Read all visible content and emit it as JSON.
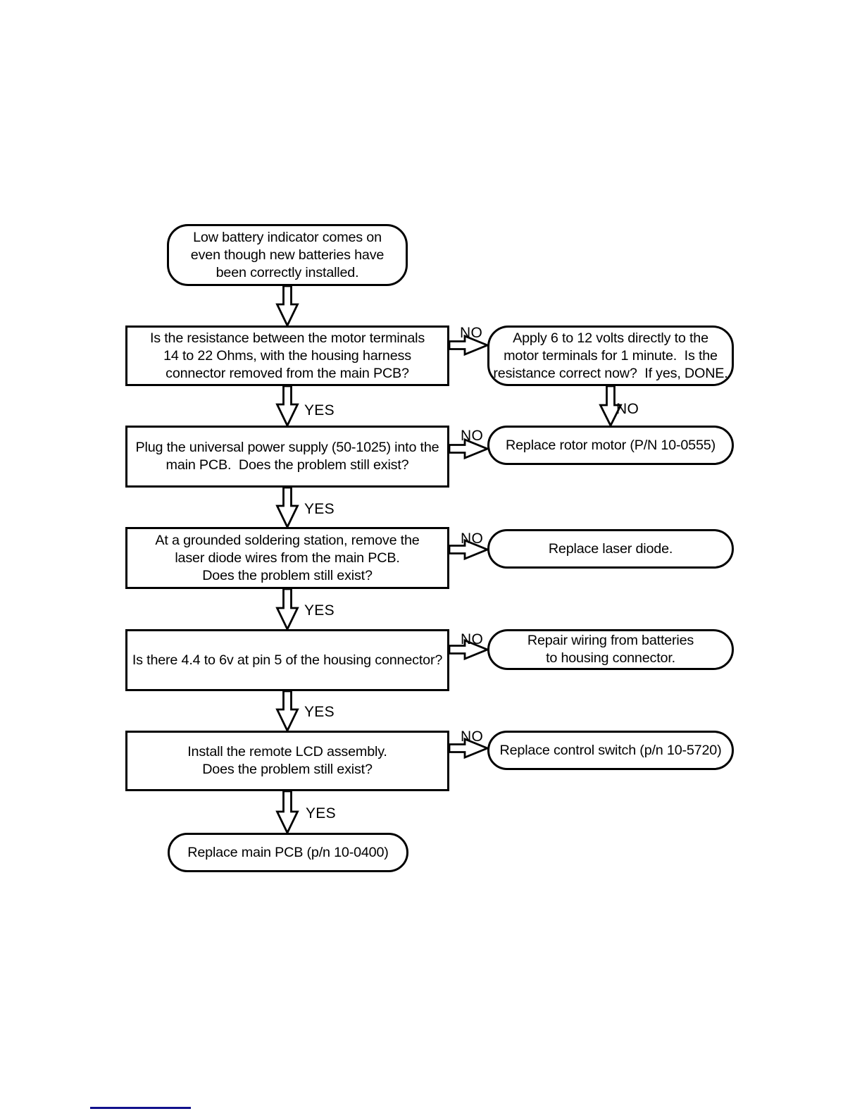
{
  "page": {
    "background": "#ffffff",
    "footer_link_color": "#10108c"
  },
  "labels": {
    "yes": "YES",
    "no": "NO"
  },
  "flow": {
    "start": {
      "type": "terminator",
      "lines": [
        "Low battery indicator comes on",
        "even though new batteries have",
        "been correctly installed."
      ]
    },
    "q1": {
      "type": "decision",
      "lines": [
        "Is the resistance between the motor terminals",
        "14 to 22 Ohms, with the housing harness",
        "connector removed from the main PCB?"
      ]
    },
    "r1": {
      "type": "process",
      "lines": [
        "Apply 6 to 12 volts directly to the",
        "motor terminals for 1 minute.  Is the",
        "resistance correct now?  If yes, DONE."
      ]
    },
    "q2": {
      "type": "decision",
      "lines": [
        "Plug the universal power supply (50-1025) into the",
        "main PCB.  Does the problem still exist?"
      ]
    },
    "r2": {
      "type": "action",
      "lines": [
        "Replace rotor motor (P/N 10-0555)"
      ]
    },
    "q3": {
      "type": "decision",
      "lines": [
        "At a grounded soldering station, remove the",
        "laser diode wires from the main PCB.",
        "Does the problem still exist?"
      ]
    },
    "r3": {
      "type": "action",
      "lines": [
        "Replace laser diode."
      ]
    },
    "q4": {
      "type": "decision",
      "lines": [
        "Is there 4.4 to 6v at pin 5 of the housing connector?"
      ]
    },
    "r4": {
      "type": "action",
      "lines": [
        "Repair wiring from batteries",
        "to housing connector."
      ]
    },
    "q5": {
      "type": "decision",
      "lines": [
        "Install the remote LCD assembly.",
        "Does the problem still exist?"
      ]
    },
    "r5": {
      "type": "action",
      "lines": [
        "Replace control switch (p/n 10-5720)"
      ]
    },
    "end": {
      "type": "terminator",
      "lines": [
        "Replace main PCB (p/n 10-0400)"
      ]
    }
  }
}
